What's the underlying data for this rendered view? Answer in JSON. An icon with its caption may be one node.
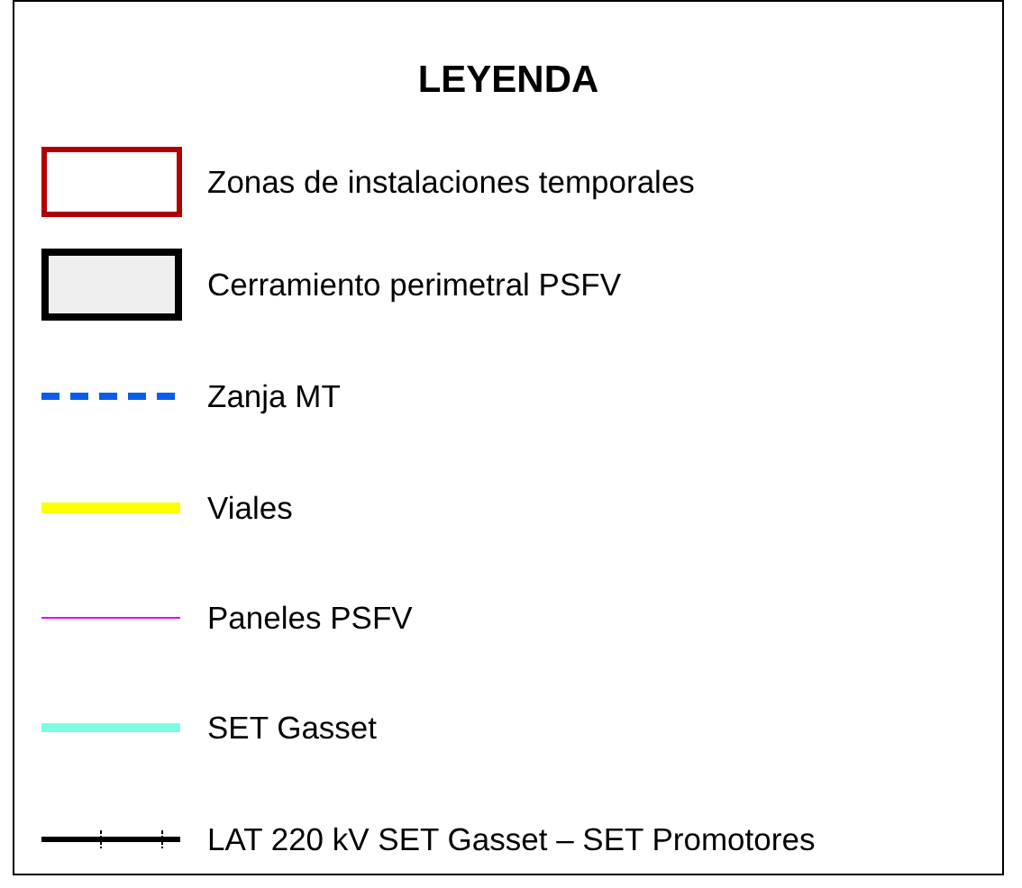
{
  "diagram": {
    "title": "LEYENDA",
    "legend": [
      {
        "text": "Zonas de instalaciones temporales"
      },
      {
        "text": "Cerramiento perimetral PSFV"
      },
      {
        "text": "Zanja MT"
      },
      {
        "text": "Viales"
      },
      {
        "text": "Paneles PSFV"
      },
      {
        "text": "SET Gasset"
      },
      {
        "text": "LAT 220 kV SET Gasset – SET Promotores"
      }
    ]
  }
}
